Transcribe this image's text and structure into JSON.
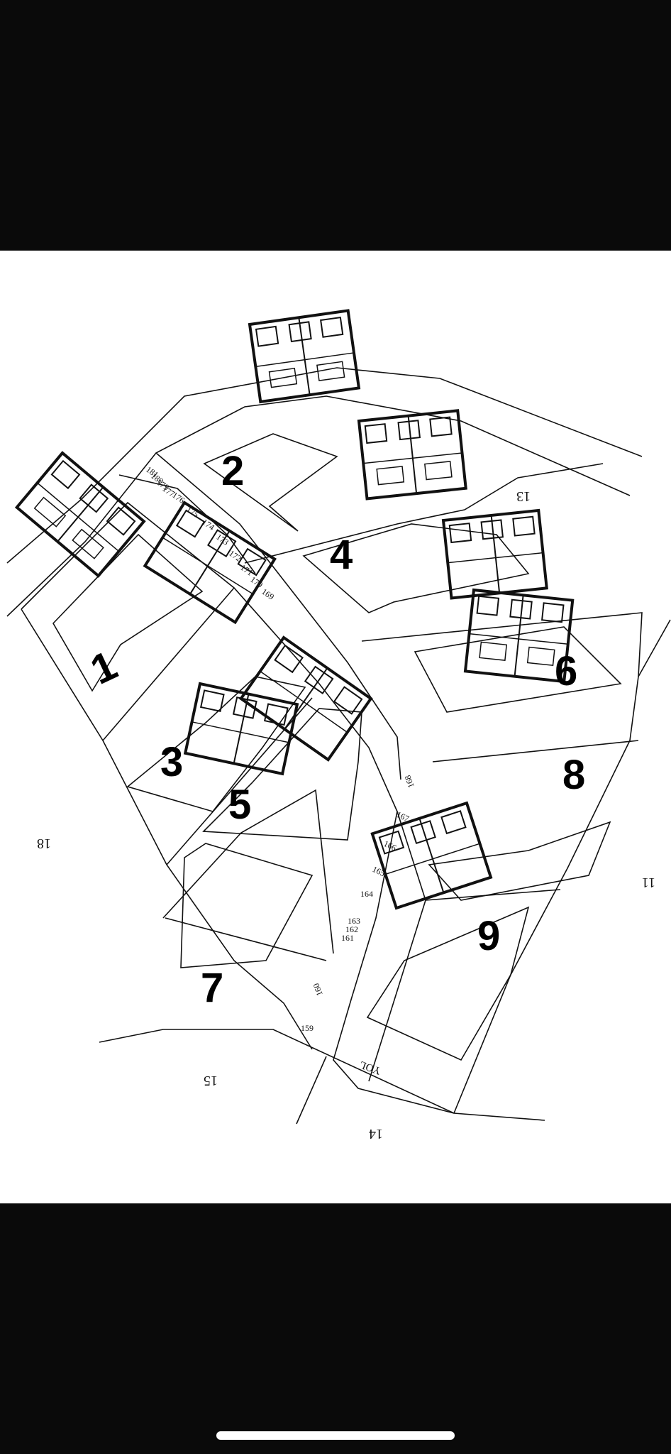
{
  "plots": [
    "1",
    "2",
    "3",
    "4",
    "5",
    "6",
    "7",
    "8",
    "9"
  ],
  "lot_numbers": [
    "13",
    "18",
    "11",
    "15",
    "14"
  ],
  "road_label": "YOL",
  "elevations_top": [
    "181",
    "180",
    "179",
    "177",
    "176",
    "175",
    "174",
    "173",
    "172",
    "171",
    "170",
    "169"
  ],
  "elevations_side": [
    "168",
    "167",
    "166",
    "165",
    "164",
    "163",
    "162",
    "161",
    "160",
    "159"
  ],
  "colors": {
    "line": "#111111",
    "paper": "#ffffff",
    "band": "#0a0a0a"
  }
}
